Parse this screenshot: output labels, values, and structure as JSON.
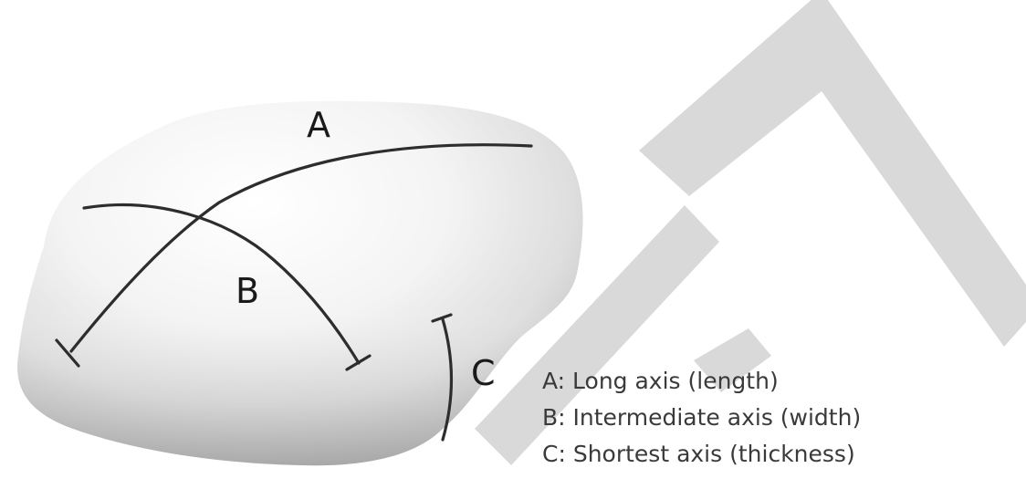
{
  "labels": {
    "a": "A",
    "b": "B",
    "c": "C"
  },
  "legend": [
    "A: Long axis (length)",
    "B: Intermediate axis (width)",
    "C: Shortest axis (thickness)"
  ],
  "colors": {
    "pebble_light": "#fbfbfb",
    "pebble_shadow": "#b9b9b9",
    "axis_line": "#2d2d2d",
    "watermark": "#d9d9d9",
    "legend_text": "#3a3a3a"
  }
}
